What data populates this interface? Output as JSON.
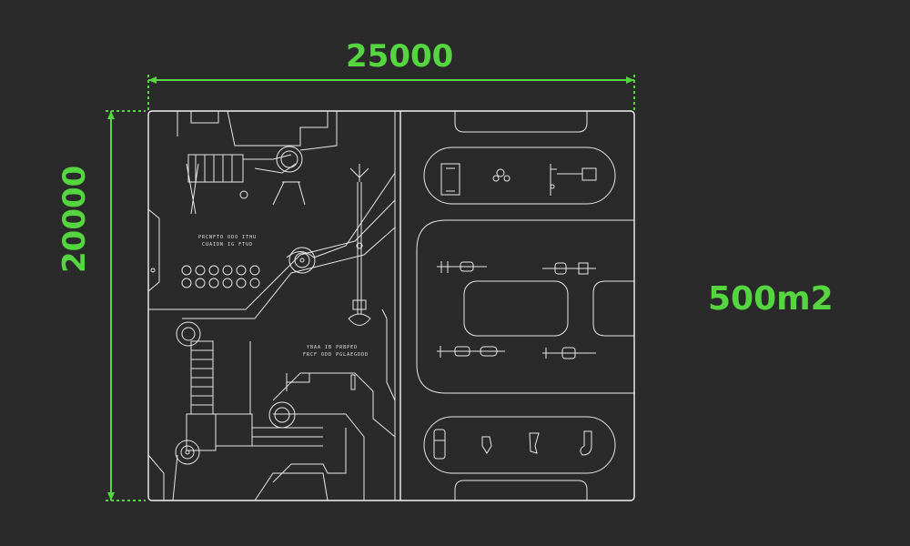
{
  "dimensions": {
    "width_label": "25000",
    "height_label": "20000",
    "area_label": "500m2"
  },
  "colors": {
    "background": "#2b2a2a",
    "dimension": "#55d640",
    "drawing": "#f2f2f2"
  }
}
